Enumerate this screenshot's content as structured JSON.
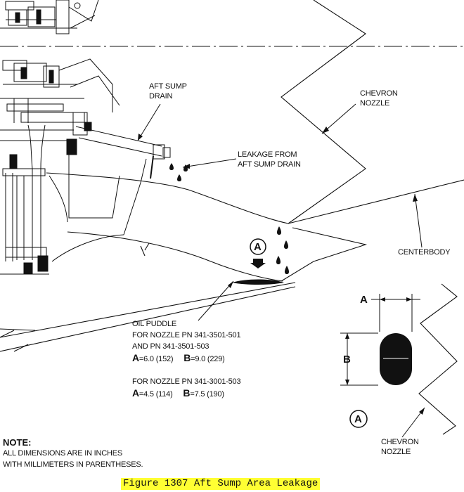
{
  "labels": {
    "aft_sump_drain": [
      "AFT SUMP",
      "DRAIN"
    ],
    "leakage": [
      "LEAKAGE FROM",
      "AFT SUMP DRAIN"
    ],
    "chevron_nozzle_top": [
      "CHEVRON",
      "NOZZLE"
    ],
    "centerbody": "CENTERBODY",
    "oil_puddle": "OIL PUDDLE",
    "nozzle_spec_1": [
      "FOR NOZZLE PN 341-3501-501",
      "AND PN 341-3501-503"
    ],
    "dims_1": {
      "a_letter": "A",
      "a_value": "=6.0 (152)",
      "b_letter": "B",
      "b_value": "=9.0 (229)"
    },
    "nozzle_spec_2": "FOR NOZZLE PN 341-3001-503",
    "dims_2": {
      "a_letter": "A",
      "a_value": "=4.5 (114)",
      "b_letter": "B",
      "b_value": "=7.5 (190)"
    },
    "view_callout": "A",
    "detail_dim_a": "A",
    "detail_dim_b": "B",
    "detail_view_label": "A",
    "chevron_nozzle_detail": [
      "CHEVRON",
      "NOZZLE"
    ]
  },
  "note": {
    "title": "NOTE:",
    "lines": [
      "ALL DIMENSIONS ARE IN INCHES",
      "WITH MILLIMETERS IN PARENTHESES."
    ]
  },
  "caption": "Figure 1307 Aft Sump Area Leakage"
}
